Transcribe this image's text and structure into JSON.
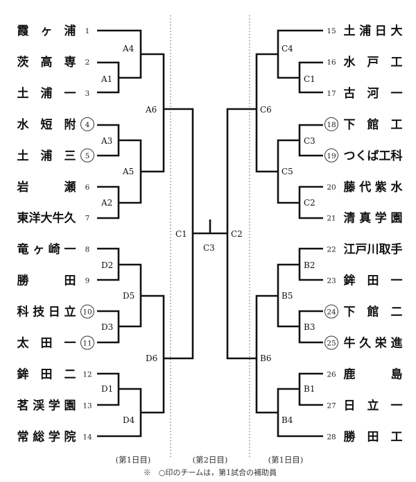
{
  "left_teams": [
    {
      "num": "1",
      "name": "霞ヶ浦",
      "circled": false
    },
    {
      "num": "2",
      "name": "茨高専",
      "circled": false
    },
    {
      "num": "3",
      "name": "土浦一",
      "circled": false
    },
    {
      "num": "4",
      "name": "水短附",
      "circled": true
    },
    {
      "num": "5",
      "name": "土浦三",
      "circled": true
    },
    {
      "num": "6",
      "name": "岩瀬",
      "circled": false
    },
    {
      "num": "7",
      "name": "東洋大牛久",
      "circled": false
    },
    {
      "num": "8",
      "name": "竜ヶ崎一",
      "circled": false
    },
    {
      "num": "9",
      "name": "勝田",
      "circled": false
    },
    {
      "num": "10",
      "name": "科技日立",
      "circled": true
    },
    {
      "num": "11",
      "name": "太田一",
      "circled": true
    },
    {
      "num": "12",
      "name": "鉾田二",
      "circled": false
    },
    {
      "num": "13",
      "name": "茗渓学園",
      "circled": false
    },
    {
      "num": "14",
      "name": "常総学院",
      "circled": false
    }
  ],
  "right_teams": [
    {
      "num": "15",
      "name": "土浦日大",
      "circled": false
    },
    {
      "num": "16",
      "name": "水戸工",
      "circled": false
    },
    {
      "num": "17",
      "name": "古河一",
      "circled": false
    },
    {
      "num": "18",
      "name": "下館工",
      "circled": true
    },
    {
      "num": "19",
      "name": "つくば工科",
      "circled": true
    },
    {
      "num": "20",
      "name": "藤代紫水",
      "circled": false
    },
    {
      "num": "21",
      "name": "清真学園",
      "circled": false
    },
    {
      "num": "22",
      "name": "江戸川取手",
      "circled": false
    },
    {
      "num": "23",
      "name": "鉾田一",
      "circled": false
    },
    {
      "num": "24",
      "name": "下館二",
      "circled": true
    },
    {
      "num": "25",
      "name": "牛久栄進",
      "circled": true
    },
    {
      "num": "26",
      "name": "鹿島",
      "circled": false
    },
    {
      "num": "27",
      "name": "日立一",
      "circled": false
    },
    {
      "num": "28",
      "name": "勝田工",
      "circled": false
    }
  ],
  "match_labels": {
    "A1": "A1",
    "A2": "A2",
    "A3": "A3",
    "A4": "A4",
    "A5": "A5",
    "A6": "A6",
    "D1": "D1",
    "D2": "D2",
    "D3": "D3",
    "D4": "D4",
    "D5": "D5",
    "D6": "D6",
    "C1": "C1",
    "C2": "C2",
    "C3": "C3",
    "C4": "C4",
    "C5": "C5",
    "C6": "C6",
    "B1": "B1",
    "B2": "B2",
    "B3": "B3",
    "B4": "B4",
    "B5": "B5",
    "B6": "B6"
  },
  "footer": {
    "day_left": "(第1日目)",
    "day_center": "(第2日目)",
    "day_right": "(第1日目)",
    "note": "※　○印のチームは，第1試合の補助員"
  }
}
